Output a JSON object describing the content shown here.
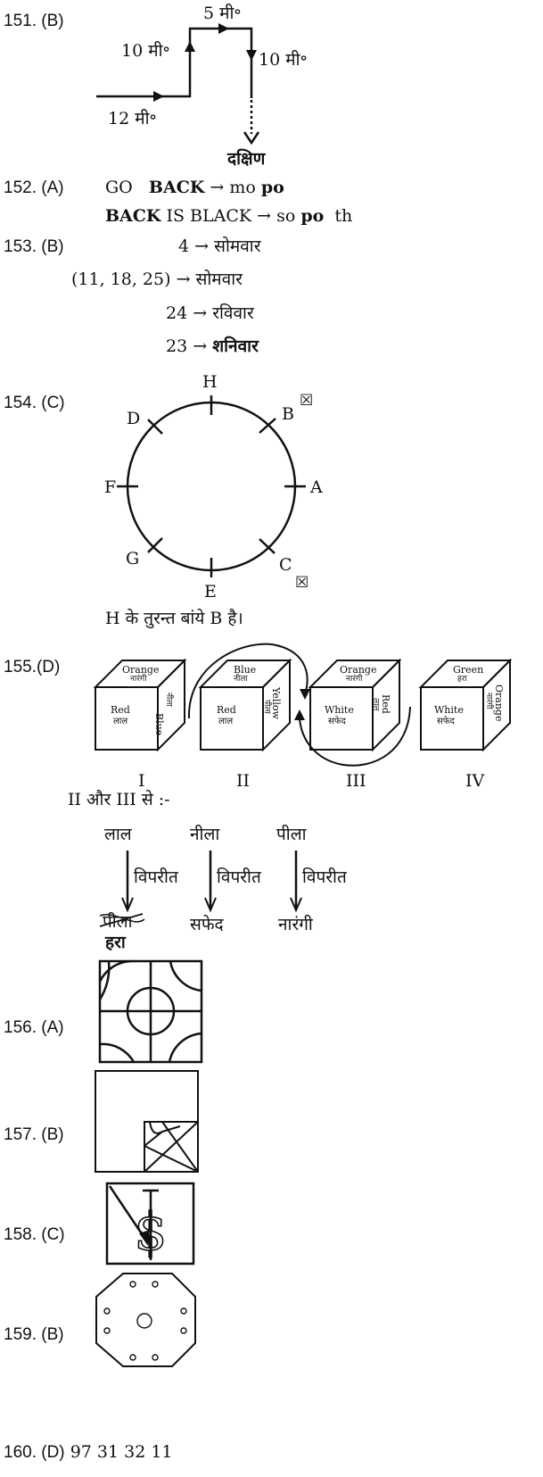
{
  "q151": {
    "label": "151. (B)",
    "d_top": "5 मी॰",
    "d_left": "10 मी॰",
    "d_right": "10 मी॰",
    "d_bottom": "12 मी॰",
    "dir": "दक्षिण"
  },
  "q152": {
    "label": "152. (A)",
    "l1": {
      "a": "GO",
      "b": "BACK",
      "arrow": "→",
      "c": "mo",
      "d": "po"
    },
    "l2": {
      "a": "BACK",
      "b": "IS BLACK",
      "arrow": "→",
      "c": "so",
      "d": "po",
      "e": "th"
    }
  },
  "q153": {
    "label": "153. (B)",
    "lines": [
      {
        "num": "4",
        "arrow": "→",
        "day": "सोमवार"
      },
      {
        "num": "(11, 18, 25)",
        "arrow": "→",
        "day": "सोमवार"
      },
      {
        "num": "24",
        "arrow": "→",
        "day": "रविवार"
      },
      {
        "num": "23",
        "arrow": "→",
        "day": "शनिवार"
      }
    ]
  },
  "q154": {
    "label": "154.  (C)",
    "points": {
      "H": "H",
      "B": "B",
      "A": "A",
      "C": "C",
      "E": "E",
      "G": "G",
      "F": "F",
      "D": "D"
    },
    "cross": "☒",
    "conclusion": "H के तुरन्त बांये B है।"
  },
  "q155": {
    "label": "155.(D)",
    "cubes": [
      {
        "top": "Orange",
        "top_hi": "नारंगी",
        "front": "Red",
        "front_hi": "लाल",
        "side": "Blue",
        "side_hi": "नीला",
        "roman": "I"
      },
      {
        "top": "Blue",
        "top_hi": "नीला",
        "front": "Red",
        "front_hi": "लाल",
        "side": "Yellow",
        "side_hi": "पीला",
        "roman": "II"
      },
      {
        "top": "Orange",
        "top_hi": "नारंगी",
        "front": "White",
        "front_hi": "सफेद",
        "side": "Red",
        "side_hi": "लाल",
        "roman": "III"
      },
      {
        "top": "Green",
        "top_hi": "हरा",
        "front": "White",
        "front_hi": "सफेद",
        "side": "Orange",
        "side_hi": "नारंगी",
        "roman": "IV"
      }
    ],
    "from_text": "II और III से :-",
    "pairs": [
      {
        "from": "लाल",
        "rel": "विपरीत",
        "to": "पीला",
        "to_extra": "हरा"
      },
      {
        "from": "नीला",
        "rel": "विपरीत",
        "to": "सफेद"
      },
      {
        "from": "पीला",
        "rel": "विपरीत",
        "to": "नारंगी"
      }
    ]
  },
  "q156": {
    "label": "156.  (A)"
  },
  "q157": {
    "label": "157. (B)"
  },
  "q158": {
    "label": "158. (C)",
    "symbol": "$"
  },
  "q159": {
    "label": "159. (B)"
  },
  "q160": {
    "label": "160.  (D)",
    "values": "97  31 32  11"
  }
}
